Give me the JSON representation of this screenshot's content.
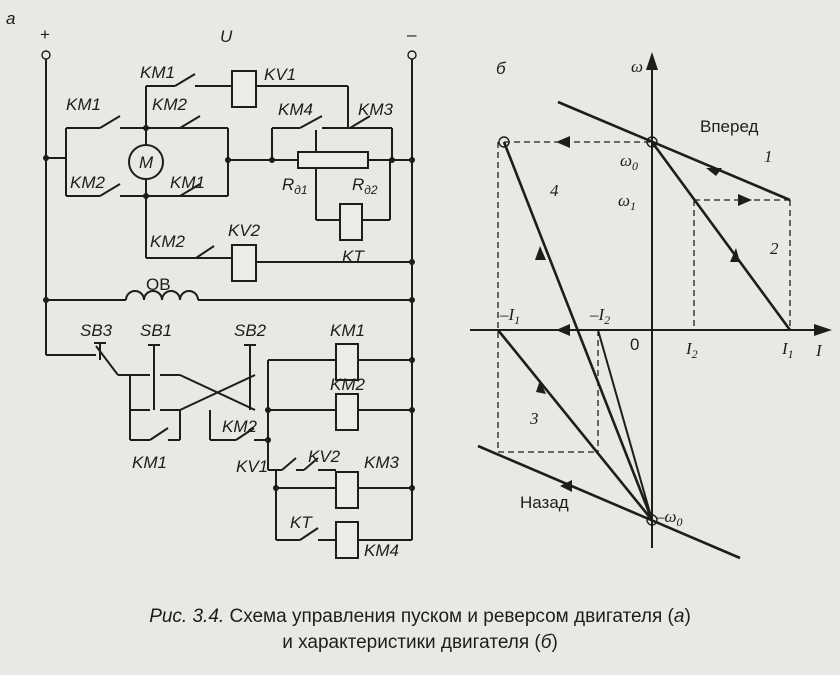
{
  "panel_a": {
    "label": "а",
    "plus": "+",
    "minus": "–",
    "voltage": "U",
    "contacts": [
      "KM1",
      "KM2",
      "KM1",
      "KM2",
      "KM1",
      "KM4",
      "KM3",
      "KM2",
      "SB3",
      "SB1",
      "SB2",
      "KM1",
      "KM2",
      "KV1",
      "KV2",
      "KT"
    ],
    "coils": [
      "KV1",
      "KV2",
      "KM1",
      "KM2",
      "KM3",
      "KM4",
      "KT"
    ],
    "motor": "M",
    "field_winding": "ОВ",
    "resistor_1": "R",
    "resistor_1_sub": "д1",
    "resistor_2": "R",
    "resistor_2_sub": "д2"
  },
  "panel_b": {
    "label": "б",
    "axis_y": "ω",
    "axis_x": "I",
    "origin": "0",
    "omega0": "ω",
    "omega0_sub": "0",
    "omega1": "ω",
    "omega1_sub": "1",
    "neg_omega0": "–ω",
    "neg_omega0_sub": "0",
    "I1": "I",
    "I1_sub": "1",
    "I2": "I",
    "I2_sub": "2",
    "negI1": "–I",
    "negI1_sub": "1",
    "negI2": "–I",
    "negI2_sub": "2",
    "forward": "Вперед",
    "backward": "Назад",
    "curve_labels": [
      "1",
      "2",
      "3",
      "4"
    ]
  },
  "caption": {
    "prefix": "Рис. 3.4.",
    "line1": " Схема управления пуском и реверсом двигателя (",
    "line1_ref": "а",
    "line1_end": ")",
    "line2": "и характеристики двигателя (",
    "line2_ref": "б",
    "line2_end": ")"
  }
}
